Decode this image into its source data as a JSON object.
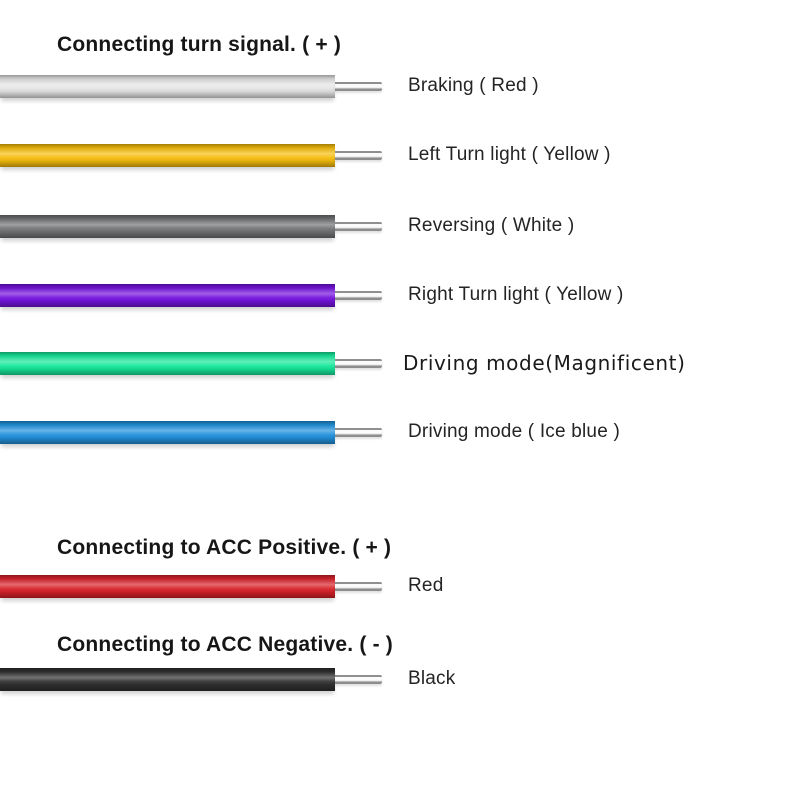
{
  "headings": {
    "turn_signal": "Connecting turn signal. ( + )",
    "acc_positive": "Connecting to ACC Positive. ( + )",
    "acc_negative": "Connecting to ACC Negative. ( - )"
  },
  "wires": [
    {
      "name": "braking-wire",
      "label": "Braking ( Red )",
      "color": "#e4e4e4"
    },
    {
      "name": "left-turn-wire",
      "label": "Left Turn light ( Yellow )",
      "color": "#f6bd0c"
    },
    {
      "name": "reversing-wire",
      "label": "Reversing ( White )",
      "color": "#717375"
    },
    {
      "name": "right-turn-wire",
      "label": "Right Turn light ( Yellow )",
      "color": "#7513de"
    },
    {
      "name": "driving-magnificent-wire",
      "label": "Driving mode(Magnificent)",
      "color": "#17e99b"
    },
    {
      "name": "driving-ice-blue-wire",
      "label": "Driving mode ( Ice blue )",
      "color": "#2191dc"
    },
    {
      "name": "acc-positive-wire",
      "label": "Red",
      "color": "#d8222a"
    },
    {
      "name": "acc-negative-wire",
      "label": "Black",
      "color": "#303030"
    }
  ]
}
